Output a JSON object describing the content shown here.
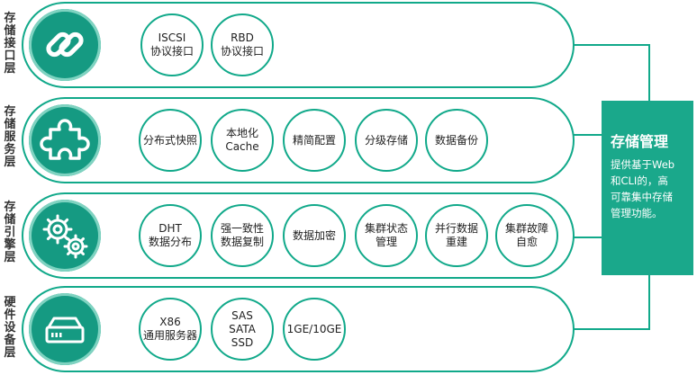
{
  "layers": [
    {
      "label": [
        "存",
        "储",
        "接",
        "口",
        "层"
      ],
      "icon": "link-chain-icon",
      "items": [
        [
          "ISCSI",
          "协议接口"
        ],
        [
          "RBD",
          "协议接口"
        ]
      ]
    },
    {
      "label": [
        "存",
        "储",
        "服",
        "务",
        "层"
      ],
      "icon": "puzzle-piece-icon",
      "items": [
        [
          "分布式快照"
        ],
        [
          "本地化",
          "Cache"
        ],
        [
          "精简配置"
        ],
        [
          "分级存储"
        ],
        [
          "数据备份"
        ]
      ]
    },
    {
      "label": [
        "存",
        "储",
        "引",
        "擎",
        "层"
      ],
      "icon": "gears-icon",
      "items": [
        [
          "DHT",
          "数据分布"
        ],
        [
          "强一致性",
          "数据复制"
        ],
        [
          "数据加密"
        ],
        [
          "集群状态",
          "管理"
        ],
        [
          "并行数据",
          "重建"
        ],
        [
          "集群故障",
          "自愈"
        ]
      ]
    },
    {
      "label": [
        "硬",
        "件",
        "设",
        "备",
        "层"
      ],
      "icon": "server-device-icon",
      "items": [
        [
          "X86",
          "通用服务器"
        ],
        [
          "SAS",
          "SATA",
          "SSD"
        ],
        [
          "1GE/10GE"
        ]
      ]
    }
  ],
  "management": {
    "title": "存储管理",
    "description": [
      "提供基于Web",
      "和CLI的，高",
      "可靠集中存储",
      "管理功能。"
    ]
  },
  "colors": {
    "accent": "#11a98a",
    "icon_fill": "#159a82",
    "panel_fill": "#1aa88b"
  }
}
